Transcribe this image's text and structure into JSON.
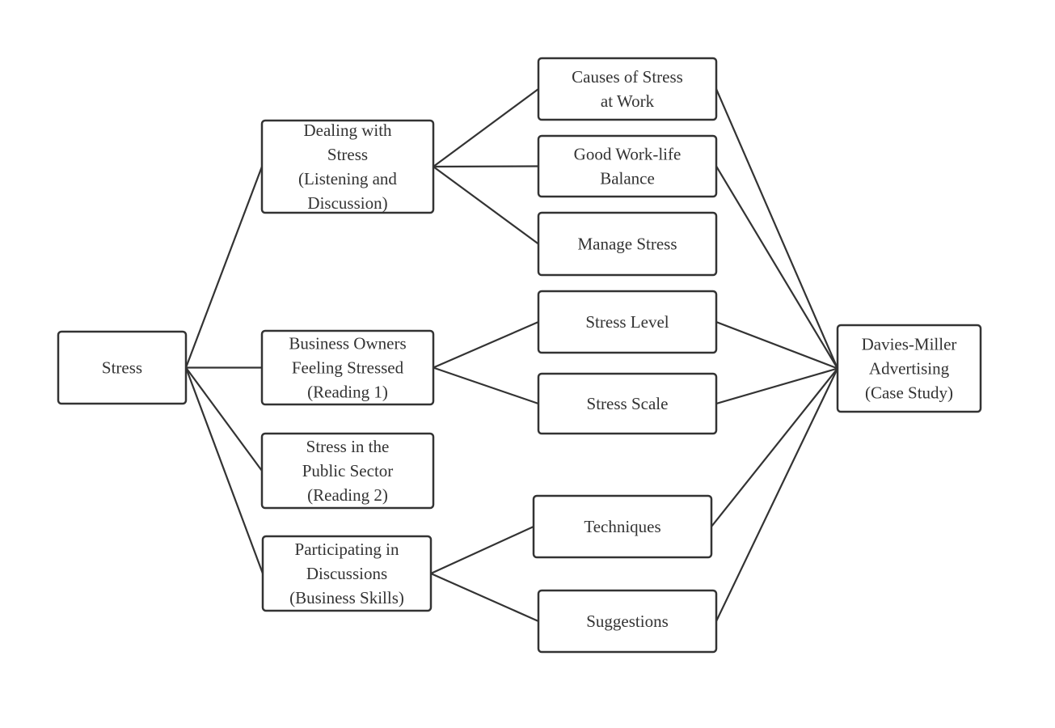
{
  "diagram": {
    "title": "Stress",
    "nodes": [
      {
        "id": "stress",
        "lines": [
          "Stress"
        ]
      },
      {
        "id": "dealing",
        "lines": [
          "Dealing with",
          "Stress",
          "(Listening and",
          "Discussion)"
        ]
      },
      {
        "id": "business-owners",
        "lines": [
          "Business Owners",
          "Feeling Stressed",
          "(Reading 1)"
        ]
      },
      {
        "id": "public-sector",
        "lines": [
          "Stress in the",
          "Public Sector",
          "(Reading 2)"
        ]
      },
      {
        "id": "participating",
        "lines": [
          "Participating in",
          "Discussions",
          "(Business Skills)"
        ]
      },
      {
        "id": "causes",
        "lines": [
          "Causes of Stress",
          "at Work"
        ]
      },
      {
        "id": "balance",
        "lines": [
          "Good Work-life",
          "Balance"
        ]
      },
      {
        "id": "manage",
        "lines": [
          "Manage Stress"
        ]
      },
      {
        "id": "level",
        "lines": [
          "Stress Level"
        ]
      },
      {
        "id": "scale",
        "lines": [
          "Stress Scale"
        ]
      },
      {
        "id": "techniques",
        "lines": [
          "Techniques"
        ]
      },
      {
        "id": "suggestions",
        "lines": [
          "Suggestions"
        ]
      },
      {
        "id": "case-study",
        "lines": [
          "Davies-Miller",
          "Advertising",
          "(Case Study)"
        ]
      }
    ],
    "edges": [
      [
        "stress",
        "dealing"
      ],
      [
        "stress",
        "business-owners"
      ],
      [
        "stress",
        "public-sector"
      ],
      [
        "stress",
        "participating"
      ],
      [
        "dealing",
        "causes"
      ],
      [
        "dealing",
        "balance"
      ],
      [
        "dealing",
        "manage"
      ],
      [
        "business-owners",
        "level"
      ],
      [
        "business-owners",
        "scale"
      ],
      [
        "participating",
        "techniques"
      ],
      [
        "participating",
        "suggestions"
      ],
      [
        "causes",
        "case-study"
      ],
      [
        "balance",
        "case-study"
      ],
      [
        "level",
        "case-study"
      ],
      [
        "scale",
        "case-study"
      ],
      [
        "techniques",
        "case-study"
      ],
      [
        "suggestions",
        "case-study"
      ]
    ]
  }
}
